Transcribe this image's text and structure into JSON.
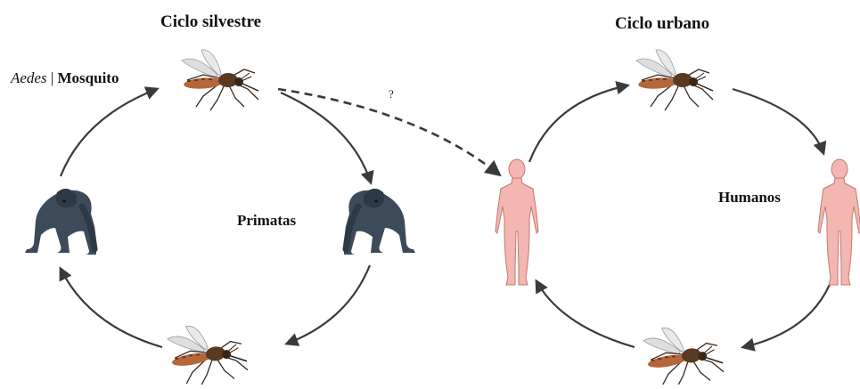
{
  "sylvatic": {
    "title": "Ciclo silvestre",
    "vector_label_italic": "Aedes",
    "vector_label_separator": "|",
    "vector_label_rest": "Mosquito",
    "host_label": "Primatas"
  },
  "urban": {
    "title": "Ciclo urbano",
    "host_label": "Humanos"
  },
  "spillover_mark": "?",
  "colors": {
    "arrow": "#3a3a3a",
    "mosquito_body": "#5a3a22",
    "mosquito_abdomen": "#b5663a",
    "primate": "#3d4a5a",
    "human": "#f3b6b0",
    "human_outline": "#c07a72"
  }
}
